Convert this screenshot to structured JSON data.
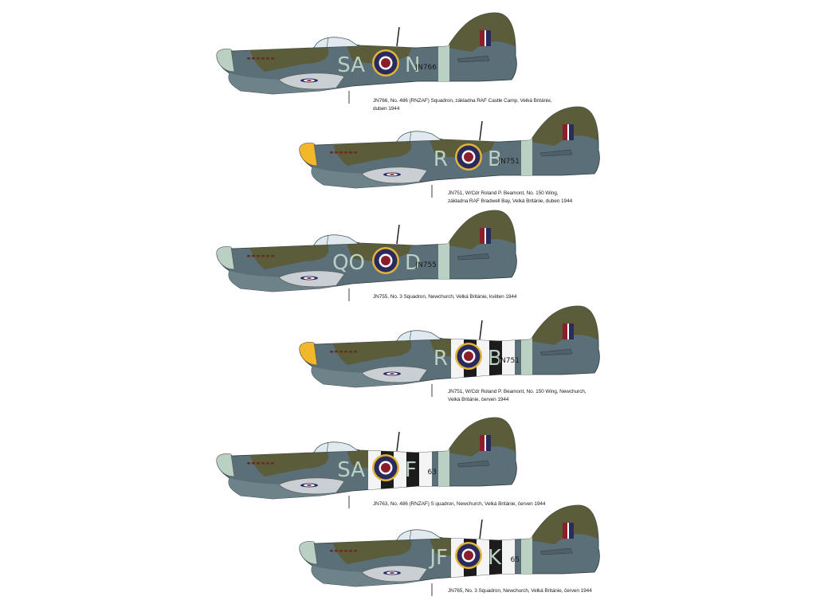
{
  "profiles": [
    {
      "code_left": "SA",
      "code_right": "N",
      "serial": "JN766",
      "spinner_color": "#b9d0c2",
      "invasion_stripes": "none",
      "caption_lines": [
        "JN766, No. 486 (RNZAF) Squadron, základna RAF Castle Camp, Velká Británie,",
        "duben 1944"
      ]
    },
    {
      "code_left": "R",
      "code_right": "B",
      "serial": "JN751",
      "spinner_color": "#f2b72a",
      "invasion_stripes": "none",
      "caption_lines": [
        "JN751, W/Cdr Roland P. Beamont, No. 150 Wing,",
        "základna RAF Bradwell Bay, Velká Británie, duben 1944"
      ]
    },
    {
      "code_left": "QO",
      "code_right": "D",
      "serial": "JN755",
      "spinner_color": "#b9d0c2",
      "invasion_stripes": "none",
      "caption_lines": [
        "JN755, No. 3 Squadron, Newchurch, Velká Británie, květen 1944"
      ]
    },
    {
      "code_left": "R",
      "code_right": "B",
      "serial": "JN751",
      "spinner_color": "#f2b72a",
      "invasion_stripes": "fuselage",
      "caption_lines": [
        "JN751, W/Cdr Roland P. Beamont, No. 150 Wing, Newchurch,",
        "Velká Británie, červen 1944"
      ]
    },
    {
      "code_left": "SA",
      "code_right": "F",
      "serial": "63",
      "spinner_color": "#b9d0c2",
      "invasion_stripes": "fuselage",
      "caption_lines": [
        "JN763, No. 486 (RNZAF) S quadron, Newchurch, Velká Británie, červen 1944"
      ]
    },
    {
      "code_left": "JF",
      "code_right": "K",
      "serial": "65",
      "spinner_color": "#b9d0c2",
      "invasion_stripes": "fuselage",
      "caption_lines": [
        "JN765, No. 3 Squadron, Newchurch, Velká Británie, červen 1944"
      ]
    }
  ],
  "colors": {
    "ocean_grey": "#5b6f78",
    "dark_green": "#5a5c3a",
    "sky": "#b9d0c2",
    "medium_sea_grey": "#a8aeb2",
    "roundel_red": "#8b1e2a",
    "roundel_blue": "#2b2a5e",
    "roundel_yellow": "#e2b53a"
  }
}
